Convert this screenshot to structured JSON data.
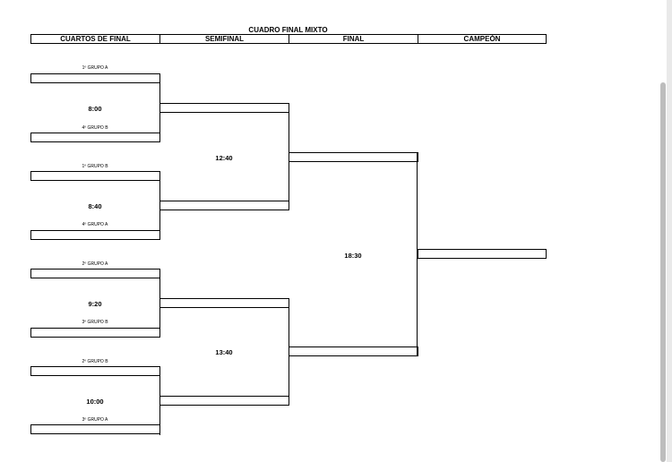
{
  "title": "CUADRO FINAL MIXTO",
  "headers": {
    "quarterfinal": "CUARTOS DE FINAL",
    "semifinal": "SEMIFINAL",
    "final": "FINAL",
    "champion": "CAMPEÓN"
  },
  "quarterfinals": [
    {
      "top_label": "1º GRUPO A",
      "time": "8:00",
      "bottom_label": "4º GRUPO B"
    },
    {
      "top_label": "1º GRUPO B",
      "time": "8:40",
      "bottom_label": "4º GRUPO A"
    },
    {
      "top_label": "2º GRUPO A",
      "time": "9:20",
      "bottom_label": "3º GRUPO B"
    },
    {
      "top_label": "2º GRUPO B",
      "time": "10:00",
      "bottom_label": "3º GRUPO A"
    }
  ],
  "semifinals": [
    {
      "time": "12:40"
    },
    {
      "time": "13:40"
    }
  ],
  "final": {
    "time": "18:30"
  }
}
